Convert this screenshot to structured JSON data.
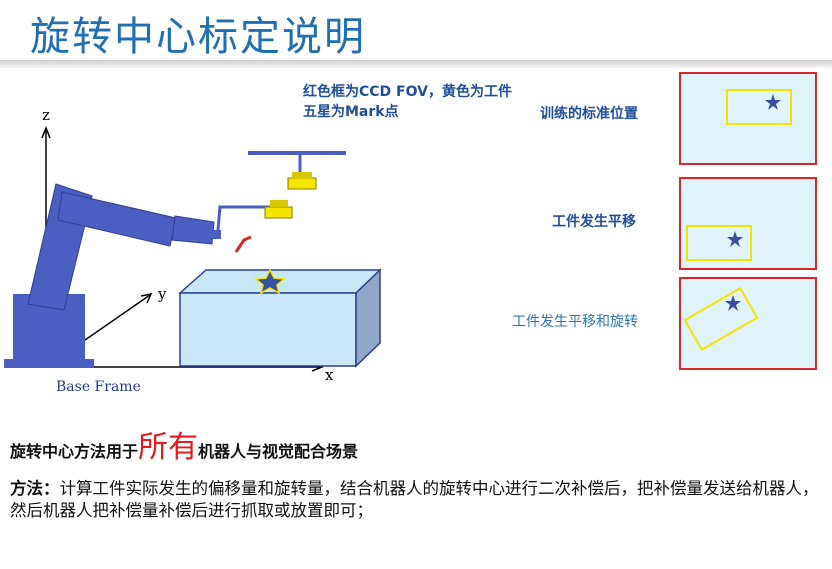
{
  "title": "旋转中心标定说明",
  "note_top_line1": "红色框为CCD FOV，黄色为工件",
  "note_top_line2": "五星为Mark点",
  "labels": {
    "standard_position": "训练的标准位置",
    "translation": "工件发生平移",
    "translation_rotation": "工件发生平移和旋转"
  },
  "axes": {
    "z": "z",
    "y": "y",
    "x": "x"
  },
  "base_frame": "Base Frame",
  "line1_prefix": "旋转中心方法用于",
  "line1_big": "所有",
  "line1_suffix": "机器人与视觉配合场景",
  "method_label": "方法：",
  "method_text": "计算工件实际发生的偏移量和旋转量，结合机器人的旋转中心进行二次补偿后，把补偿量发送给机器人，然后机器人把补偿量补偿后进行抓取或放置即可；",
  "colors": {
    "title": "#1f6fb2",
    "fov": "#d9262a",
    "workpiece": "#f5e400",
    "star": "#3a4fa0",
    "robot": "#4a5fc1"
  }
}
